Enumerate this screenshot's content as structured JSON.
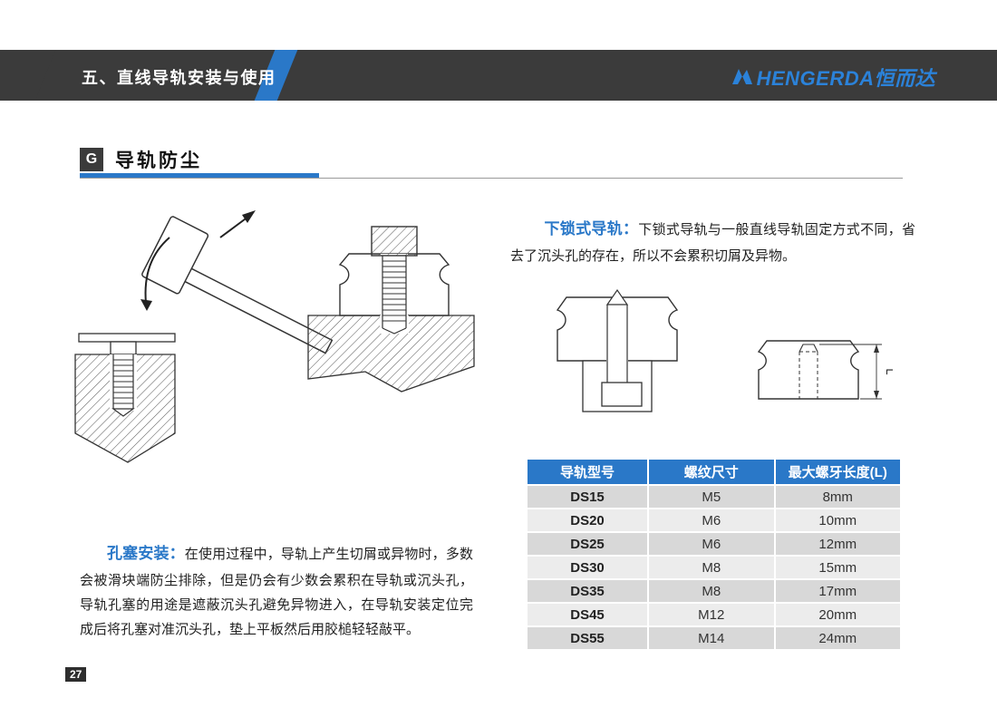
{
  "header": {
    "title": "五、直线导轨安装与使用",
    "logo_text": "HENGERDA恒而达"
  },
  "section": {
    "letter": "G",
    "title": "导轨防尘"
  },
  "under_lock": {
    "lead": "下锁式导轨：",
    "body": "下锁式导轨与一般直线导轨固定方式不同，省去了沉头孔的存在，所以不会累积切屑及异物。"
  },
  "plug_install": {
    "lead": "孔塞安装：",
    "body": "在使用过程中，导轨上产生切屑或异物时，多数会被滑块端防尘排除，但是仍会有少数会累积在导轨或沉头孔，导轨孔塞的用途是遮蔽沉头孔避免异物进入，在导轨安装定位完成后将孔塞对准沉头孔，垫上平板然后用胶槌轻轻敲平。"
  },
  "diagram": {
    "dimension_label": "L"
  },
  "table": {
    "headers": [
      "导轨型号",
      "螺纹尺寸",
      "最大螺牙长度(L)"
    ],
    "rows": [
      [
        "DS15",
        "M5",
        "8mm"
      ],
      [
        "DS20",
        "M6",
        "10mm"
      ],
      [
        "DS25",
        "M6",
        "12mm"
      ],
      [
        "DS30",
        "M8",
        "15mm"
      ],
      [
        "DS35",
        "M8",
        "17mm"
      ],
      [
        "DS45",
        "M12",
        "20mm"
      ],
      [
        "DS55",
        "M14",
        "24mm"
      ]
    ]
  },
  "page_number": "27",
  "colors": {
    "accent": "#2a78c8",
    "header_bar": "#3b3b3b",
    "row_dark": "#d8d8d8",
    "row_light": "#ececec"
  }
}
